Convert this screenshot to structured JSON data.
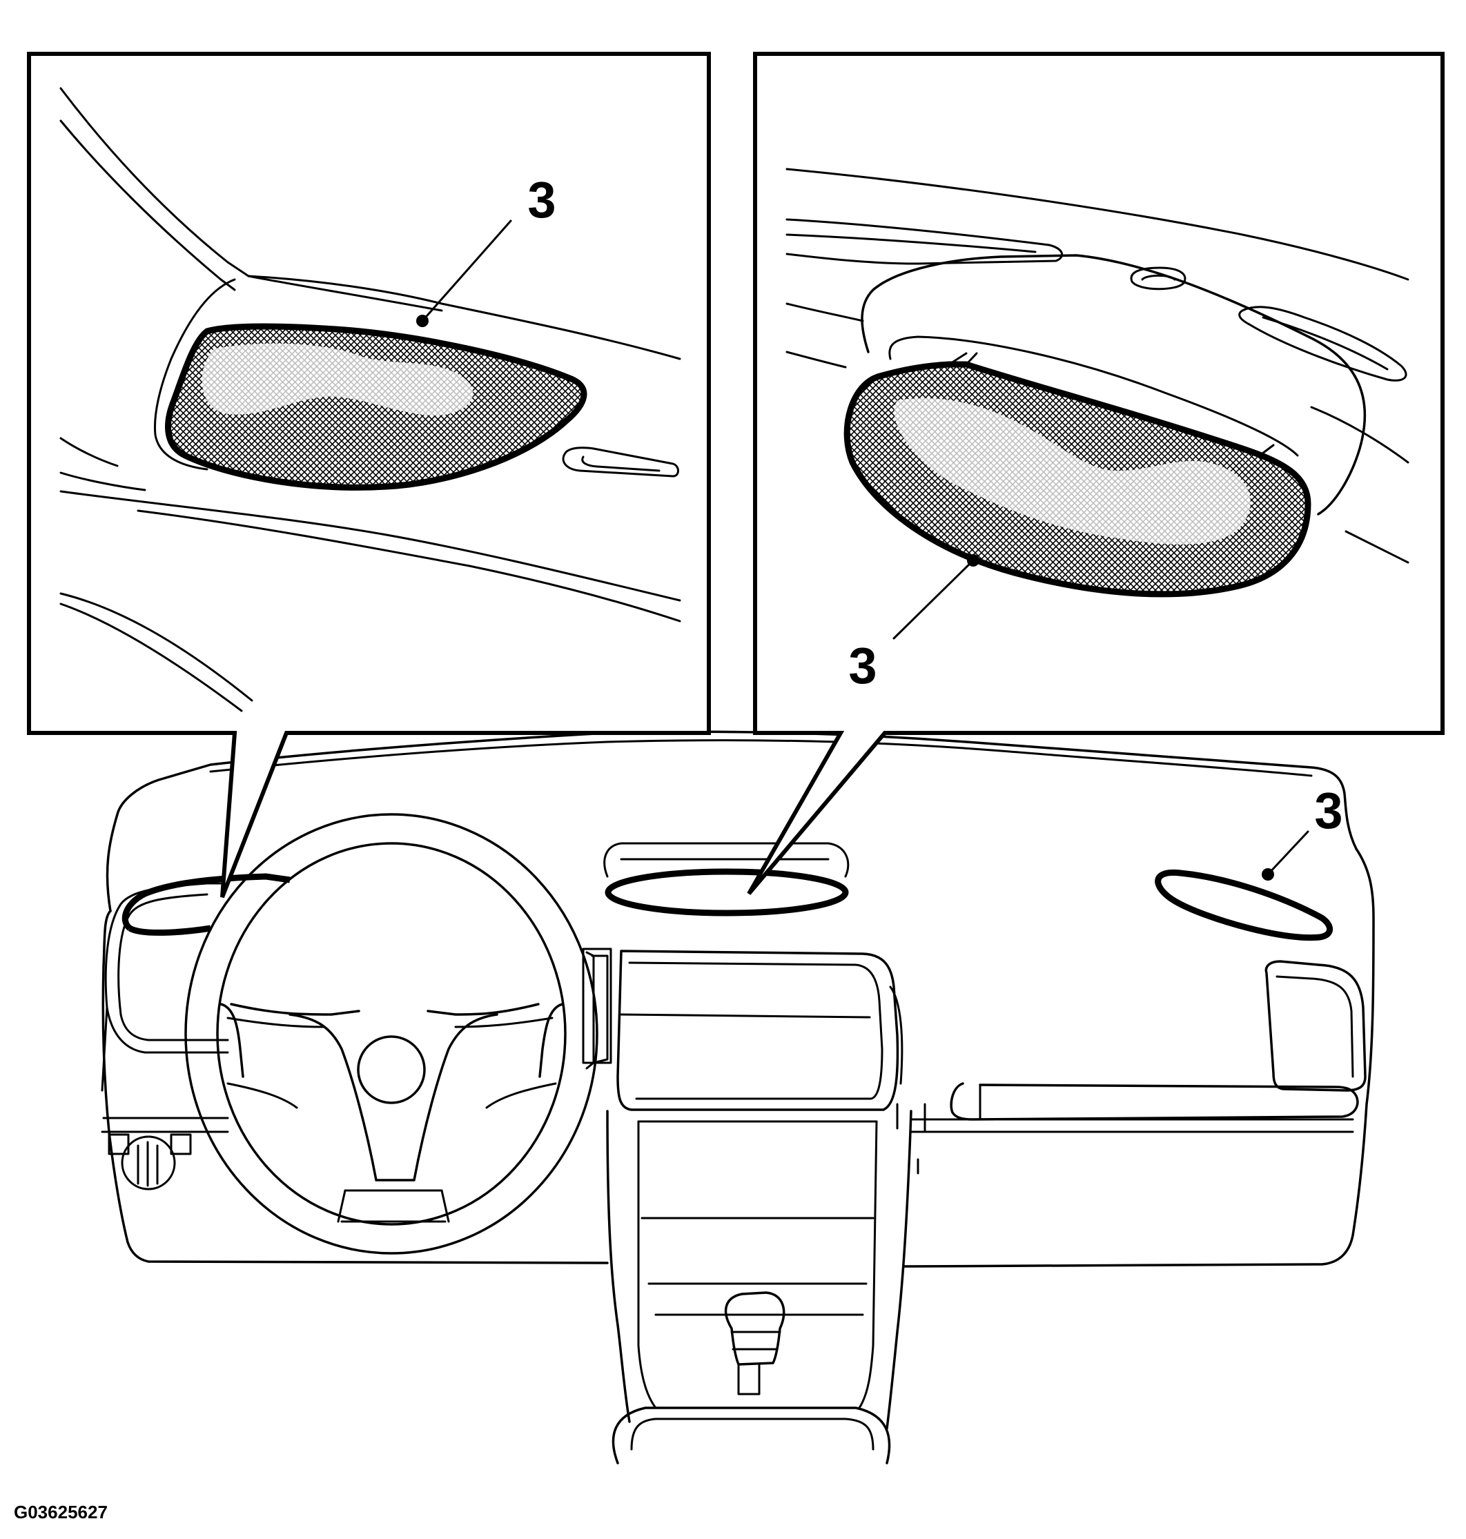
{
  "callouts": {
    "left_inset": "3",
    "center_inset": "3",
    "right_speaker": "3"
  },
  "figure_id": "G03625627"
}
